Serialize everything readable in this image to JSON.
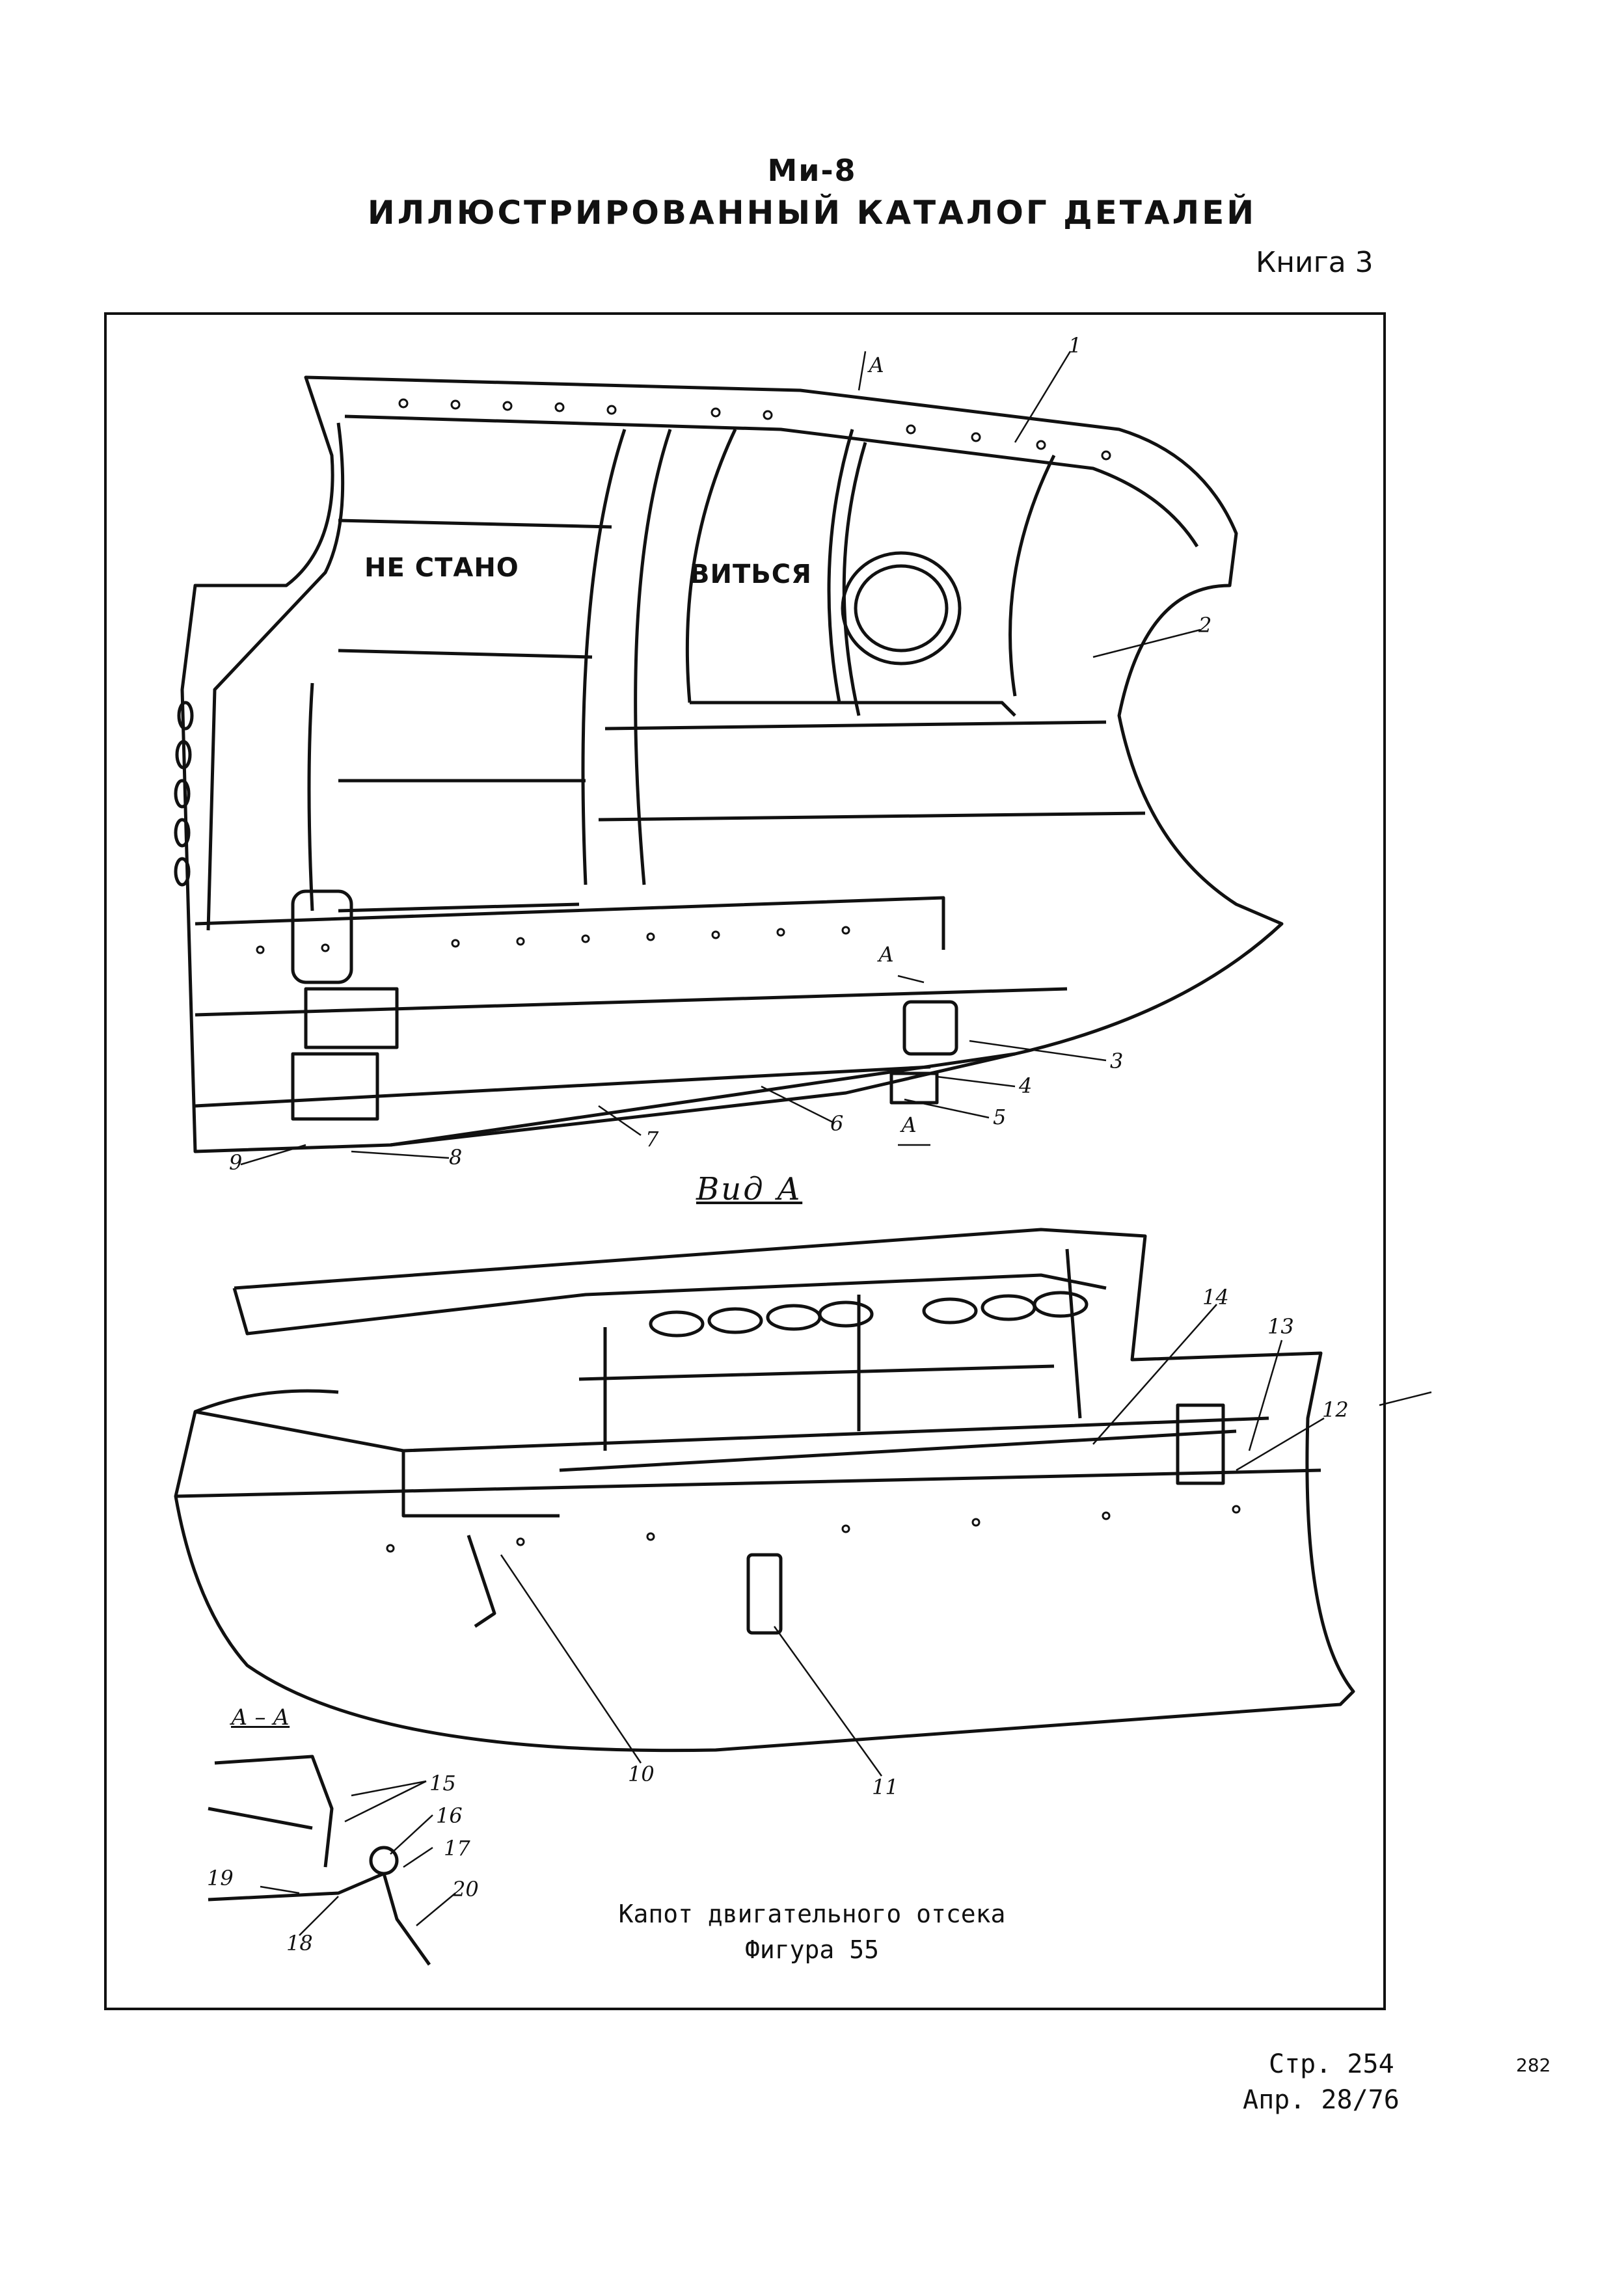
{
  "header": {
    "model": "Ми-8",
    "catalog_title": "ИЛЛЮСТРИРОВАННЫЙ КАТАЛОГ ДЕТАЛЕЙ",
    "book": "Книга 3"
  },
  "figure": {
    "stencil_left": "НЕ СТАНО",
    "stencil_right": "ВИТЬСЯ",
    "view_label": "Вид А",
    "section_label": "А – А",
    "arrow_label": "А",
    "callouts": [
      "1",
      "2",
      "3",
      "4",
      "5",
      "6",
      "7",
      "8",
      "9",
      "10",
      "11",
      "12",
      "13",
      "14",
      "15",
      "16",
      "17",
      "18",
      "19",
      "20"
    ],
    "caption": "Капот двигательного отсека",
    "figure_number": "Фигура 55"
  },
  "footer": {
    "page": "Стр. 254",
    "revision": "Апр. 28/76",
    "sheet": "282"
  }
}
